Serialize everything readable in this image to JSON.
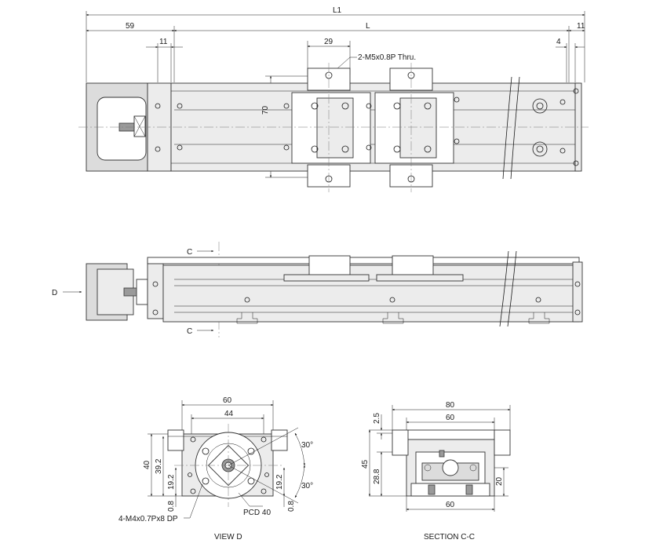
{
  "dimensions": {
    "top_view": {
      "overall_length": "L1",
      "stroke_length": "L",
      "motor_offset": "59",
      "left_end": "11",
      "right_end": "11",
      "right_gap": "4",
      "carriage_hole_pitch": "29",
      "width": "70",
      "thru_hole_note": "2-M5x0.8P Thru."
    },
    "side_view": {
      "section_marker": "C",
      "view_marker": "D"
    },
    "view_d": {
      "width_60": "60",
      "width_44": "44",
      "height_40": "40",
      "height_39_2": "39.2",
      "left_19_2": "19.2",
      "right_19_2": "19.2",
      "bottom_0_8_left": "0.8",
      "bottom_0_8_right": "0.8",
      "angle_top": "30°",
      "angle_bottom": "30°",
      "tap_note": "4-M4x0.7Px8 DP",
      "pcd_note": "PCD 40",
      "caption": "VIEW D"
    },
    "section_cc": {
      "width_80": "80",
      "width_60_top": "60",
      "width_60_bottom": "60",
      "height_2_5": "2.5",
      "height_45": "45",
      "height_28_8": "28.8",
      "height_20": "20",
      "caption": "SECTION C-C"
    }
  }
}
